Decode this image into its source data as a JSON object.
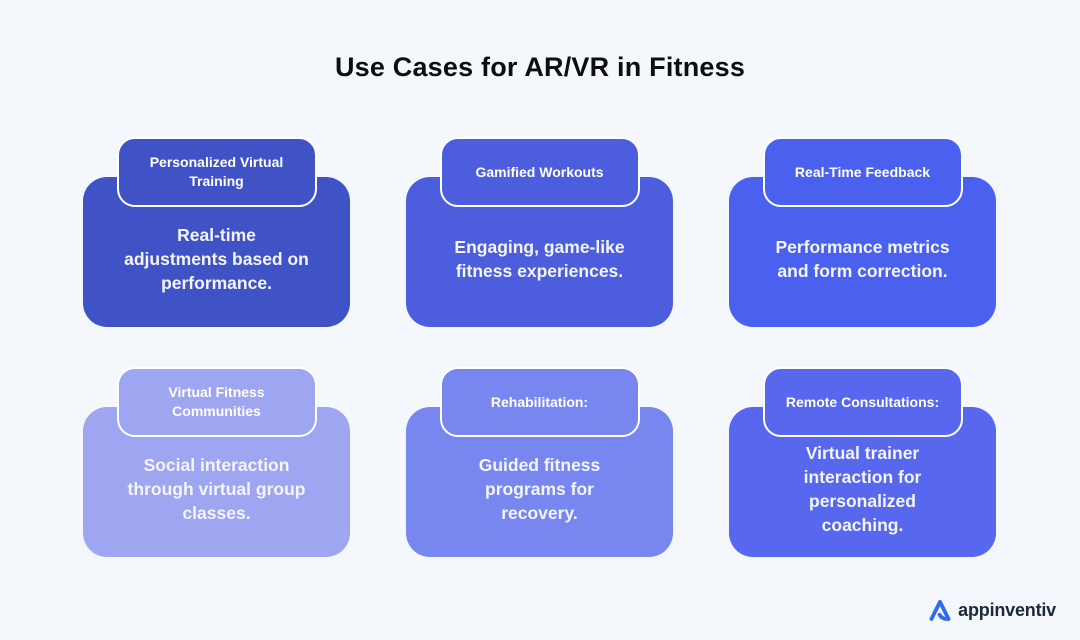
{
  "title": "Use Cases for AR/VR in Fitness",
  "background_color": "#f4f8fc",
  "cards": [
    {
      "label": "Personalized Virtual Training",
      "description": "Real-time adjustments based on performance.",
      "color": "#4053c6"
    },
    {
      "label": "Gamified Workouts",
      "description": "Engaging, game-like fitness experiences.",
      "color": "#4c5edd"
    },
    {
      "label": "Real-Time Feedback",
      "description": "Performance metrics and form correction.",
      "color": "#4a60ef"
    },
    {
      "label": "Virtual Fitness Communities",
      "description": "Social interaction through virtual group classes.",
      "color": "#9ea6f2"
    },
    {
      "label": "Rehabilitation:",
      "description": "Guided fitness programs for recovery.",
      "color": "#7887f0"
    },
    {
      "label": "Remote Consultations:",
      "description": "Virtual trainer interaction for personalized coaching.",
      "color": "#5767ee"
    }
  ],
  "logo": {
    "brand": "appinventiv",
    "icon": "appinventiv-a-icon",
    "icon_color": "#2e6bf3",
    "text_color": "#1d2939"
  }
}
